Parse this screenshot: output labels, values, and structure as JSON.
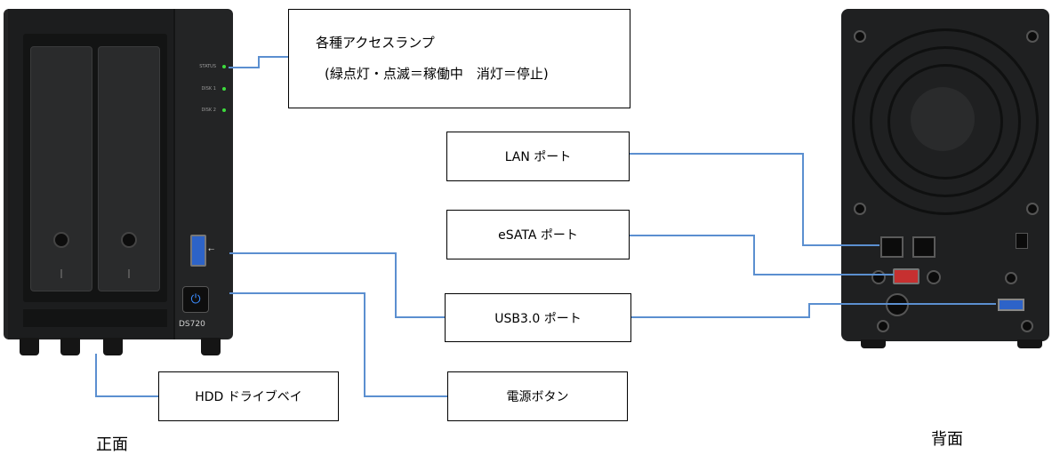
{
  "colors": {
    "connector": "#5b8fd0",
    "led": "#3ddc3d",
    "usb": "#2d63c8",
    "esata": "#c63030"
  },
  "front_device": {
    "led_labels": [
      "STATUS",
      "DISK 1",
      "DISK 2"
    ],
    "model": "DS720"
  },
  "callouts": {
    "access_lamp": {
      "line1": "各種アクセスランプ",
      "line2": "(緑点灯・点滅＝稼働中　消灯＝停止)"
    },
    "lan": "LAN ポート",
    "esata": "eSATA ポート",
    "usb": "USB3.0 ポート",
    "hdd_bay": "HDD ドライブベイ",
    "power": "電源ボタン"
  },
  "captions": {
    "front": "正面",
    "back": "背面"
  }
}
